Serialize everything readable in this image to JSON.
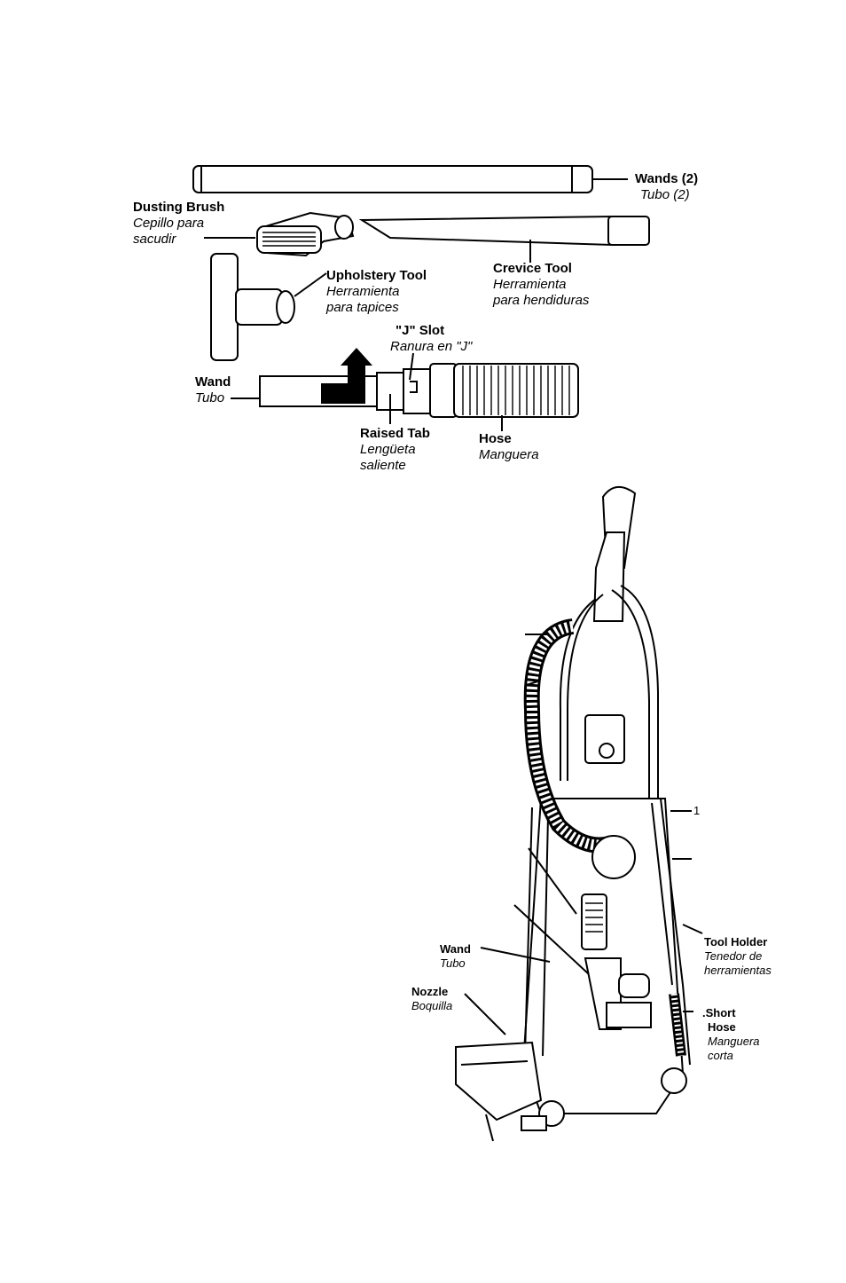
{
  "labels": {
    "wands": {
      "en": "Wands (2)",
      "es": "Tubo (2)"
    },
    "dusting_brush": {
      "en": "Dusting Brush",
      "es1": "Cepillo para",
      "es2": "sacudir"
    },
    "crevice_tool": {
      "en": "Crevice Tool",
      "es1": "Herramienta",
      "es2": "para hendiduras"
    },
    "upholstery_tool": {
      "en": "Upholstery Tool",
      "es1": "Herramienta",
      "es2": "para tapices"
    },
    "j_slot": {
      "en": "\"J\" Slot",
      "es": "Ranura en \"J\""
    },
    "wand_top": {
      "en": "Wand",
      "es": "Tubo"
    },
    "raised_tab": {
      "en": "Raised Tab",
      "es1": "Lengüeta",
      "es2": "saliente"
    },
    "hose": {
      "en": "Hose",
      "es": "Manguera"
    },
    "tool_holder": {
      "en": "Tool Holder",
      "es1": "Tenedor de",
      "es2": "herramientas"
    },
    "wand_bottom": {
      "en": "Wand",
      "es": "Tubo"
    },
    "nozzle": {
      "en": "Nozzle",
      "es": "Boquilla"
    },
    "short_hose": {
      "en": ".Short",
      "en2": "Hose",
      "es1": "Manguera",
      "es2": "corta"
    },
    "cut_label": "1"
  }
}
